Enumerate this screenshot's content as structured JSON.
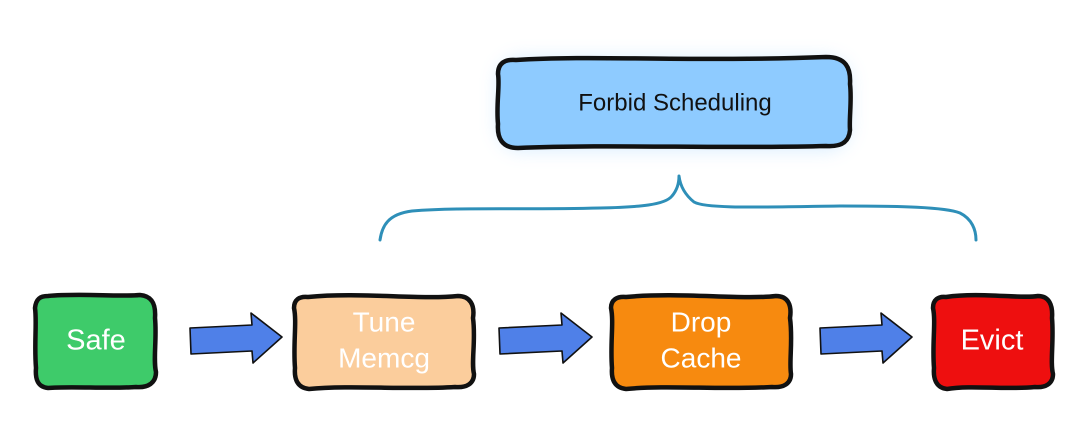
{
  "diagram": {
    "top_box": {
      "label": "Forbid Scheduling",
      "color": "#8ECBFF",
      "text_color": "#111111"
    },
    "states": [
      {
        "line1": "Safe",
        "line2": "",
        "color": "#3ECB6A",
        "text_color": "#ffffff"
      },
      {
        "line1": "Tune",
        "line2": "Memcg",
        "color": "#FBCD9C",
        "text_color": "#ffffff"
      },
      {
        "line1": "Drop",
        "line2": "Cache",
        "color": "#F78A0F",
        "text_color": "#ffffff"
      },
      {
        "line1": "Evict",
        "line2": "",
        "color": "#EE0F0F",
        "text_color": "#ffffff"
      }
    ],
    "arrow_color": "#4F80E8",
    "brace_color": "#2E8FB8",
    "outline_color": "#111111"
  }
}
